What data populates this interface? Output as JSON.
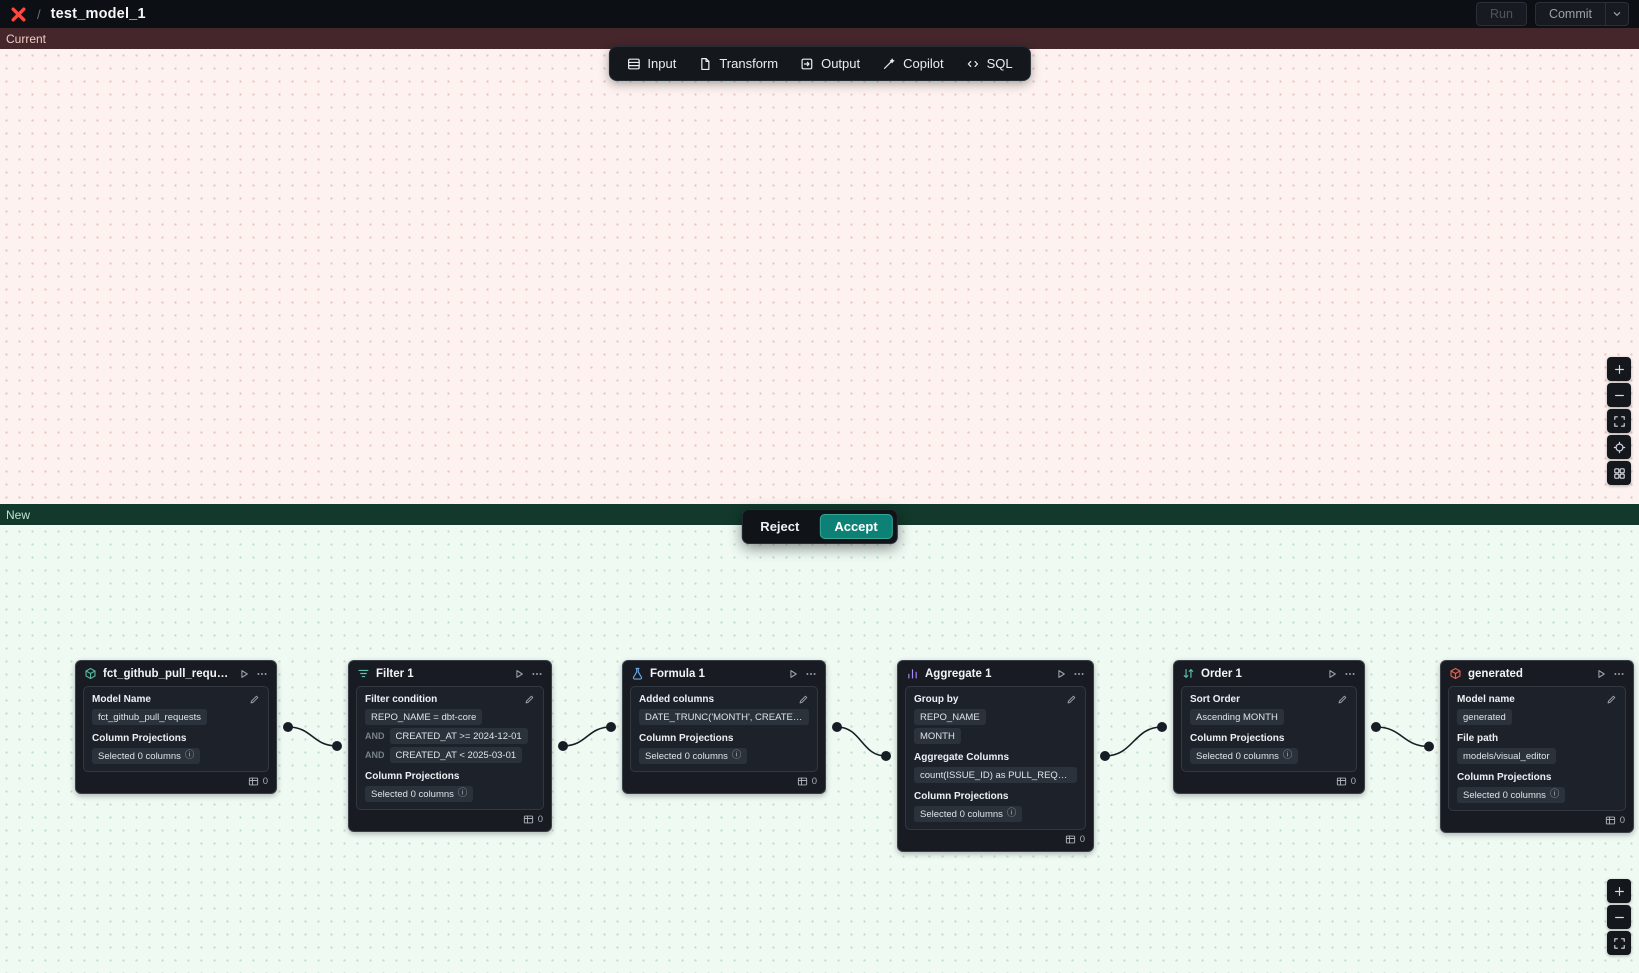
{
  "topbar": {
    "breadcrumb_separator": "/",
    "title": "test_model_1",
    "run_label": "Run",
    "commit_label": "Commit"
  },
  "panes": {
    "current_label": "Current",
    "new_label": "New"
  },
  "node_toolbar": {
    "items": [
      {
        "label": "Input",
        "icon": "rows"
      },
      {
        "label": "Transform",
        "icon": "file"
      },
      {
        "label": "Output",
        "icon": "file-out"
      },
      {
        "label": "Copilot",
        "icon": "wand"
      },
      {
        "label": "SQL",
        "icon": "code"
      }
    ]
  },
  "review": {
    "reject_label": "Reject",
    "accept_label": "Accept",
    "accept_color": "#0e8176"
  },
  "canvas_controls": {
    "current": [
      "zoom-in",
      "zoom-out",
      "fit-view",
      "locate",
      "layout-grid"
    ],
    "new": [
      "zoom-in",
      "zoom-out",
      "fit-view"
    ]
  },
  "colors": {
    "logo_red": "#fb4940",
    "current_strip": "#44262b",
    "new_strip": "#12392c",
    "node_bg": "#181c22"
  },
  "nodes": [
    {
      "id": "fct_github_pull_requests",
      "title": "fct_github_pull_requests",
      "icon": "cube",
      "icon_color": "#55b79c",
      "row_count": "0",
      "sections": [
        {
          "label": "Model Name",
          "editable": true,
          "pills": [
            {
              "text": "fct_github_pull_requests"
            }
          ]
        },
        {
          "label": "Column Projections",
          "pills": [
            {
              "text": "Selected 0 columns",
              "info": true
            }
          ]
        }
      ]
    },
    {
      "id": "filter-1",
      "title": "Filter 1",
      "icon": "filter",
      "icon_color": "#59c2b2",
      "row_count": "0",
      "sections": [
        {
          "label": "Filter condition",
          "editable": true,
          "pills": [
            {
              "text": "REPO_NAME = dbt-core"
            },
            {
              "prefix": "AND",
              "text": "CREATED_AT >= 2024-12-01"
            },
            {
              "prefix": "AND",
              "text": "CREATED_AT < 2025-03-01"
            }
          ]
        },
        {
          "label": "Column Projections",
          "pills": [
            {
              "text": "Selected 0 columns",
              "info": true
            }
          ]
        }
      ]
    },
    {
      "id": "formula-1",
      "title": "Formula 1",
      "icon": "flask",
      "icon_color": "#6ba7e8",
      "row_count": "0",
      "sections": [
        {
          "label": "Added columns",
          "editable": true,
          "pills": [
            {
              "text": "DATE_TRUNC('MONTH', CREATED_AT..."
            }
          ]
        },
        {
          "label": "Column Projections",
          "pills": [
            {
              "text": "Selected 0 columns",
              "info": true
            }
          ]
        }
      ]
    },
    {
      "id": "aggregate-1",
      "title": "Aggregate 1",
      "icon": "chart",
      "icon_color": "#a78bfa",
      "row_count": "0",
      "sections": [
        {
          "label": "Group by",
          "editable": true,
          "pills": [
            {
              "text": "REPO_NAME"
            },
            {
              "text": "MONTH"
            }
          ]
        },
        {
          "label": "Aggregate Columns",
          "pills": [
            {
              "text": "count(ISSUE_ID) as PULL_REQUEST_..."
            }
          ]
        },
        {
          "label": "Column Projections",
          "pills": [
            {
              "text": "Selected 0 columns",
              "info": true
            }
          ]
        }
      ]
    },
    {
      "id": "order-1",
      "title": "Order 1",
      "icon": "sort",
      "icon_color": "#59c2b2",
      "row_count": "0",
      "sections": [
        {
          "label": "Sort Order",
          "editable": true,
          "pills": [
            {
              "text": "Ascending MONTH"
            }
          ]
        },
        {
          "label": "Column Projections",
          "pills": [
            {
              "text": "Selected 0 columns",
              "info": true
            }
          ]
        }
      ]
    },
    {
      "id": "generated",
      "title": "generated",
      "icon": "cube",
      "icon_color": "#e9604f",
      "row_count": "0",
      "sections": [
        {
          "label": "Model name",
          "editable": true,
          "pills": [
            {
              "text": "generated"
            }
          ]
        },
        {
          "label": "File path",
          "pills": [
            {
              "text": "models/visual_editor"
            }
          ]
        },
        {
          "label": "Column Projections",
          "pills": [
            {
              "text": "Selected 0 columns",
              "info": true
            }
          ]
        }
      ]
    }
  ]
}
